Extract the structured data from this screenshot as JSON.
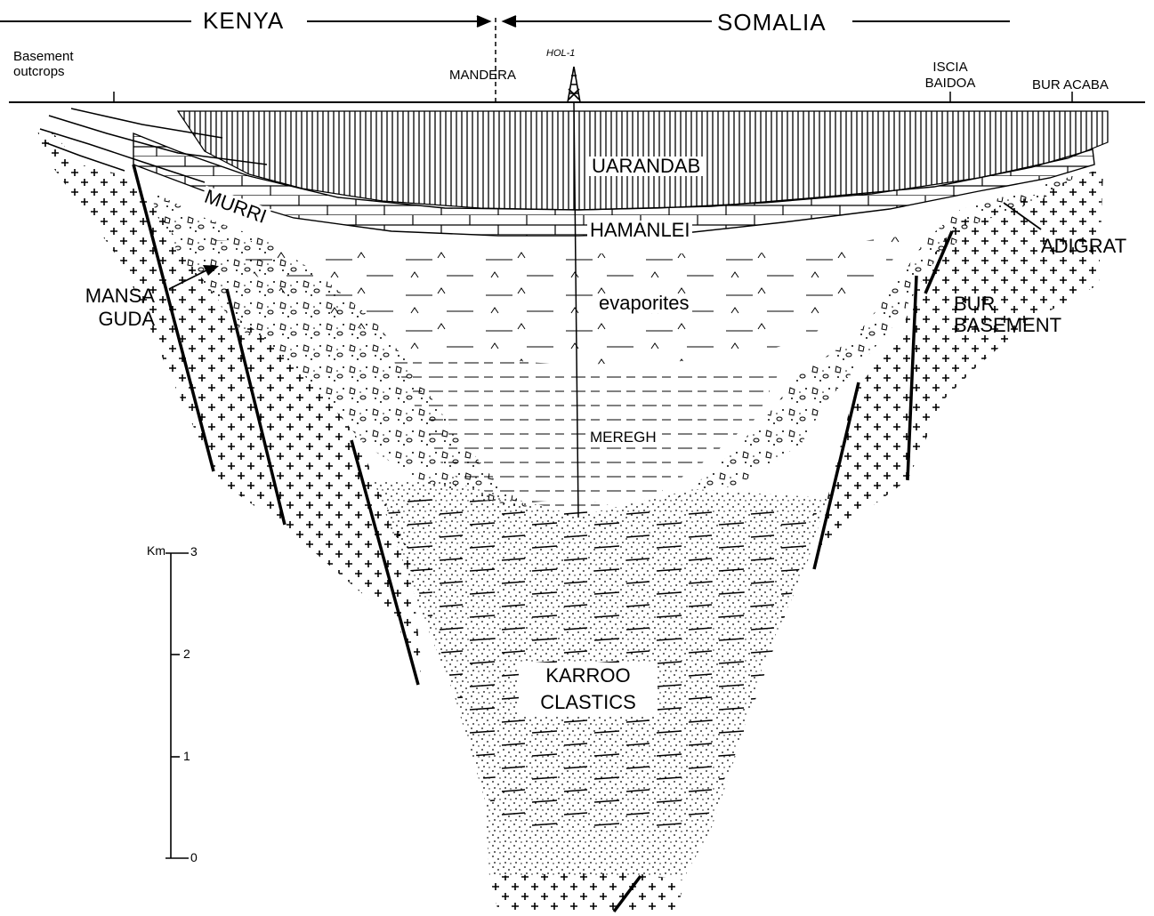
{
  "header": {
    "country_left": "KENYA",
    "country_right": "SOMALIA"
  },
  "surface_labels": {
    "basement_outcrops": "Basement outcrops",
    "mandera": "MANDERA",
    "well": "HOL-1",
    "iscia_baidoa": "ISCIA BAIDOA",
    "bur_acaba": "BUR ACABA"
  },
  "units": {
    "uarandab": "UARANDAB",
    "murri": "MURRI",
    "hamanlei": "HAMANLEI",
    "adigrat": "ADIGRAT",
    "mansa_guda": "MANSA GUDA",
    "evaporites": "evaporites",
    "bur_basement": "BUR BASEMENT",
    "meregh": "MEREGH",
    "karroo_clastics": "KARROO CLASTICS"
  },
  "scale": {
    "unit": "Km",
    "ticks": [
      "3",
      "2",
      "1",
      "0"
    ]
  }
}
